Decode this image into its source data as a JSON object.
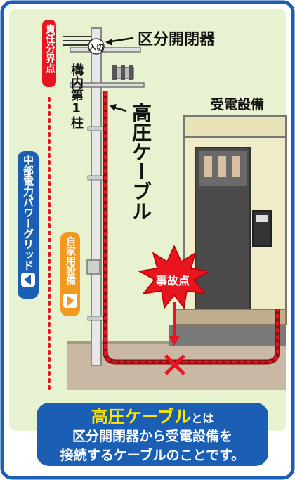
{
  "labels": {
    "switch": "区分開閉器",
    "switch_tag": "入切",
    "pole": "構内第1柱",
    "cable": "高圧ケーブル",
    "equipment": "受電設備",
    "boundary": "責任分界点",
    "grid": "中部電力パワーグリッド",
    "private": "自家用設備",
    "fault": "事故点"
  },
  "caption": {
    "term": "高圧ケーブル",
    "term_suffix": "とは",
    "line1": "区分開閉器から受電設備を",
    "line2": "接続するケーブルのことです。"
  },
  "colors": {
    "frame_border": "#1a5fb4",
    "frame_bg": "#e6f2d0",
    "cable": "#e8141e",
    "ground": "#c8b8a4",
    "equipment": "#f0ecc8",
    "private_tag": "#f39a1e",
    "grid_tag": "#1a5fb4",
    "fault_burst": "#e8141e"
  }
}
